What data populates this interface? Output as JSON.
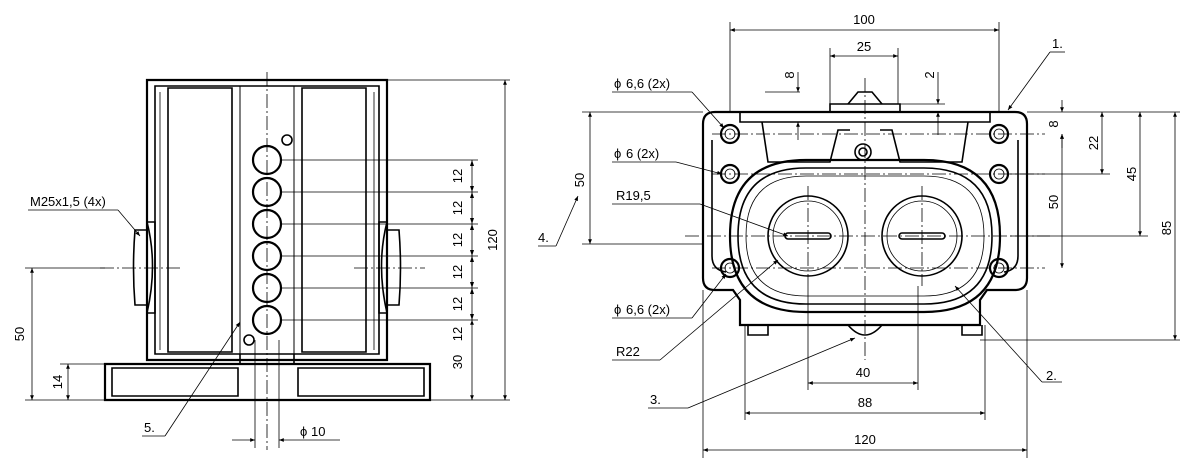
{
  "left_view": {
    "dims": {
      "d12_1": "12",
      "d12_2": "12",
      "d12_3": "12",
      "d12_4": "12",
      "d12_5": "12",
      "d12_6": "12",
      "d30": "30",
      "d120": "120",
      "d50": "50",
      "d14": "14",
      "phi10": "10"
    },
    "labels": {
      "thread": "M25x1,5 (4x)",
      "item5": "5."
    }
  },
  "right_view": {
    "dims": {
      "d100": "100",
      "d25": "25",
      "d8_top": "8",
      "d2": "2",
      "d8_side": "8",
      "d22": "22",
      "d45": "45",
      "d85": "85",
      "d50_inner": "50",
      "d50_left": "50",
      "d40": "40",
      "d88": "88",
      "d120": "120"
    },
    "labels": {
      "hole_66_top": "6,6 (2x)",
      "hole_6": "6 (2x)",
      "hole_66_bottom": "6,6 (2x)",
      "r195": "R19,5",
      "r22": "R22",
      "item1": "1.",
      "item2": "2.",
      "item3": "3.",
      "item4": "4."
    }
  }
}
